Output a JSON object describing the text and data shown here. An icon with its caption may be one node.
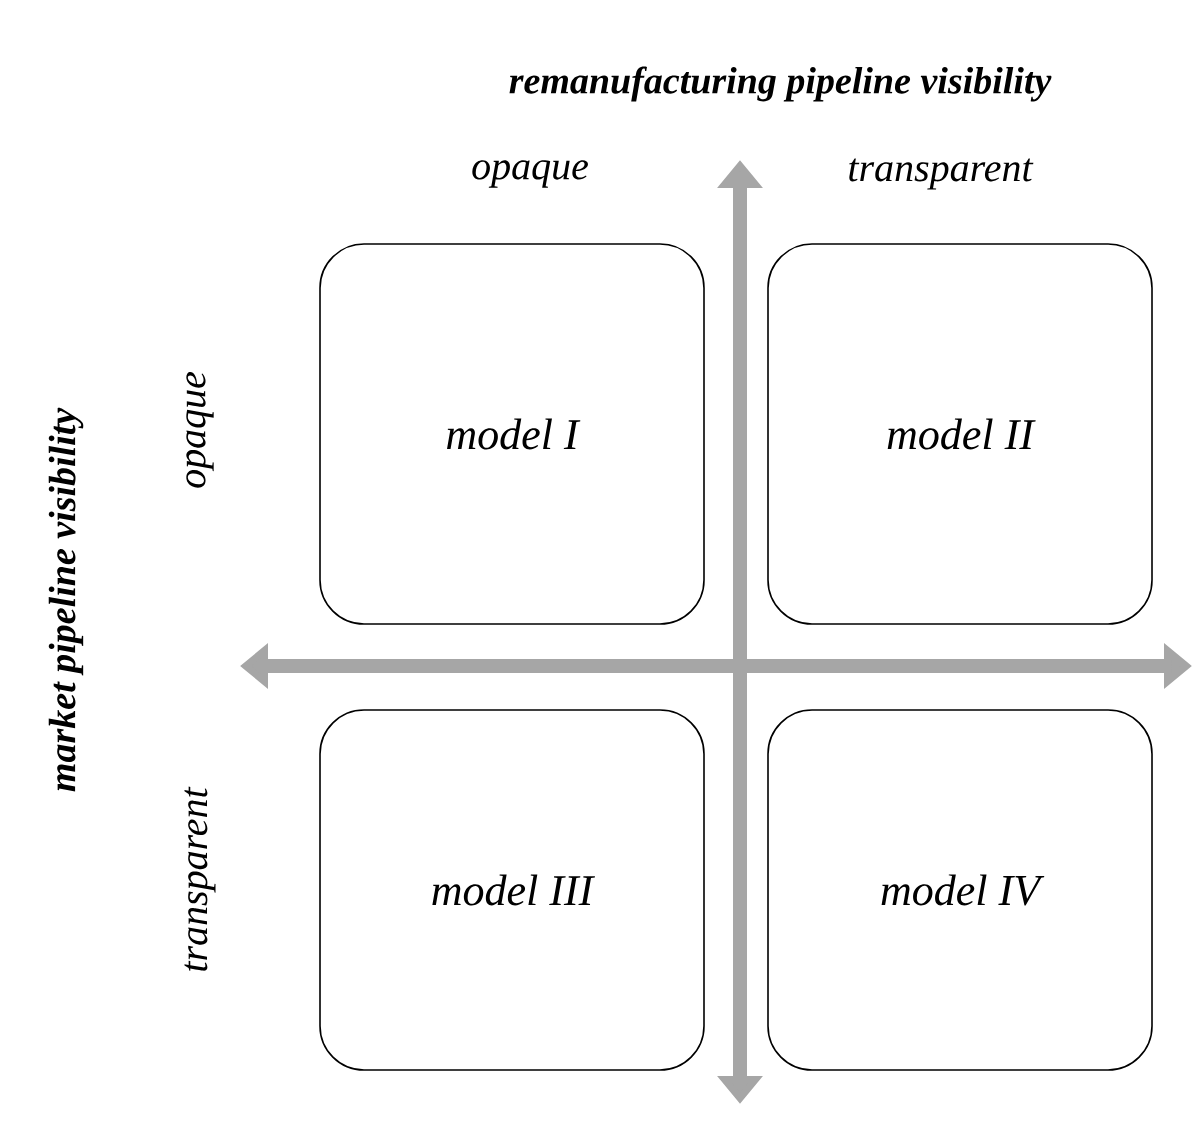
{
  "diagram": {
    "title": "remanufacturing pipeline visibility",
    "nodes": [
      {
        "text": [
          "model I"
        ]
      },
      {
        "text": [
          "model II"
        ]
      },
      {
        "text": [
          "model III"
        ]
      },
      {
        "text": [
          "model IV"
        ]
      }
    ],
    "labels": [
      "opaque",
      "transparent",
      "market pipeline visibility",
      "opaque",
      "transparent"
    ]
  }
}
